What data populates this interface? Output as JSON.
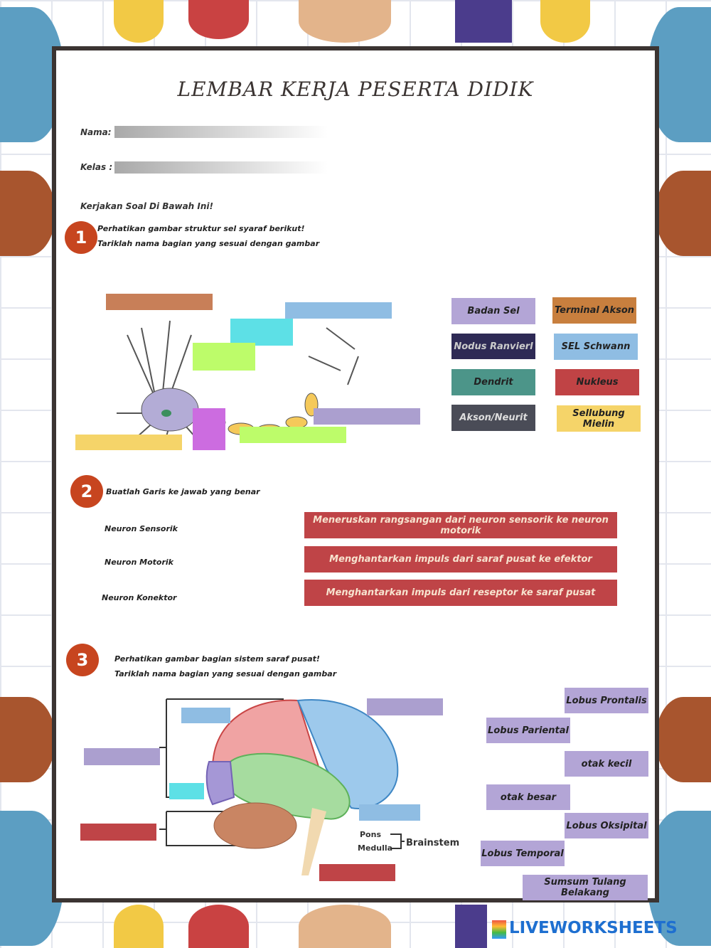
{
  "title": "LEMBAR KERJA PESERTA DIDIK",
  "fields": {
    "nama_label": "Nama:",
    "kelas_label": "Kelas :"
  },
  "instruction": "Kerjakan Soal Di Bawah Ini!",
  "q1": {
    "number": "1",
    "line1": "Perhatikan gambar struktur sel syaraf berikut!",
    "line2": "Tariklah nama bagian yang sesuai dengan gambar",
    "answers": [
      {
        "label": "Badan Sel",
        "color": "#b3a5d6"
      },
      {
        "label": "Terminal Akson",
        "color": "#c87f3e"
      },
      {
        "label": "Nodus Ranvierl",
        "color": "#2e2a55"
      },
      {
        "label": "SEL Schwann",
        "color": "#8fbde3"
      },
      {
        "label": "Dendrit",
        "color": "#4c9589"
      },
      {
        "label": "Nukleus",
        "color": "#c04345"
      },
      {
        "label": "Akson/Neurit",
        "color": "#4a4c57"
      },
      {
        "label": "Sellubung Mielin",
        "color": "#f5d469"
      }
    ]
  },
  "q2": {
    "number": "2",
    "text": "Buatlah Garis ke jawab yang benar",
    "left": [
      "Neuron Sensorik",
      "Neuron Motorik",
      "Neuron Konektor"
    ],
    "right": [
      "Meneruskan rangsangan dari neuron sensorik ke neuron motorik",
      "Menghantarkan impuls dari saraf pusat ke efektor",
      "Menghantarkan impuls dari reseptor ke saraf pusat"
    ]
  },
  "q3": {
    "number": "3",
    "line1": "Perhatikan gambar bagian sistem saraf pusat!",
    "line2": "Tariklah nama bagian yang sesuai dengan gambar",
    "diagram": {
      "pons": "Pons",
      "medulla": "Medulla",
      "brainstem": "Brainstem"
    },
    "answers": [
      "Lobus Prontalis",
      "Lobus Pariental",
      "otak kecil",
      "otak besar",
      "Lobus Oksipital",
      "Lobus Temporal",
      "Sumsum Tulang Belakang"
    ]
  },
  "branding": "LIVEWORKSHEETS"
}
